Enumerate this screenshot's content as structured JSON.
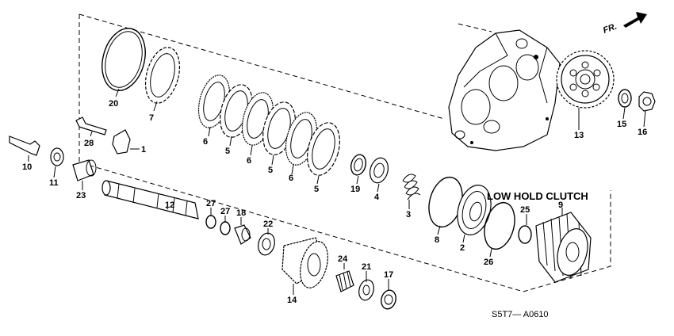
{
  "title": "LOW HOLD CLUTCH",
  "diagram_code": "S5T7— A0610",
  "direction_label": "FR.",
  "part_labels": {
    "p1": "1",
    "p2": "2",
    "p3": "3",
    "p4": "4",
    "p5a": "5",
    "p5b": "5",
    "p5c": "5",
    "p6a": "6",
    "p6b": "6",
    "p6c": "6",
    "p7": "7",
    "p8": "8",
    "p9": "9",
    "p10": "10",
    "p11": "11",
    "p12": "12",
    "p13": "13",
    "p14": "14",
    "p15": "15",
    "p16": "16",
    "p17": "17",
    "p18": "18",
    "p19": "19",
    "p20": "20",
    "p21": "21",
    "p22": "22",
    "p23": "23",
    "p24": "24",
    "p25": "25",
    "p26": "26",
    "p27a": "27",
    "p27b": "27",
    "p28": "28"
  }
}
